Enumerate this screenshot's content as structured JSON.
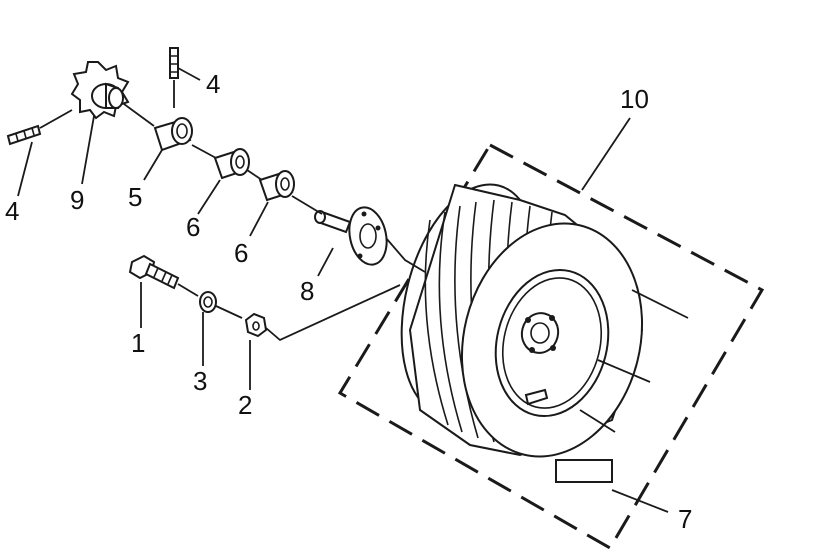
{
  "diagram": {
    "callouts": {
      "c1": "1",
      "c2": "2",
      "c3": "3",
      "c4a": "4",
      "c4b": "4",
      "c5": "5",
      "c6a": "6",
      "c6b": "6",
      "c7": "7",
      "c8": "8",
      "c9": "9",
      "c10": "10"
    }
  }
}
